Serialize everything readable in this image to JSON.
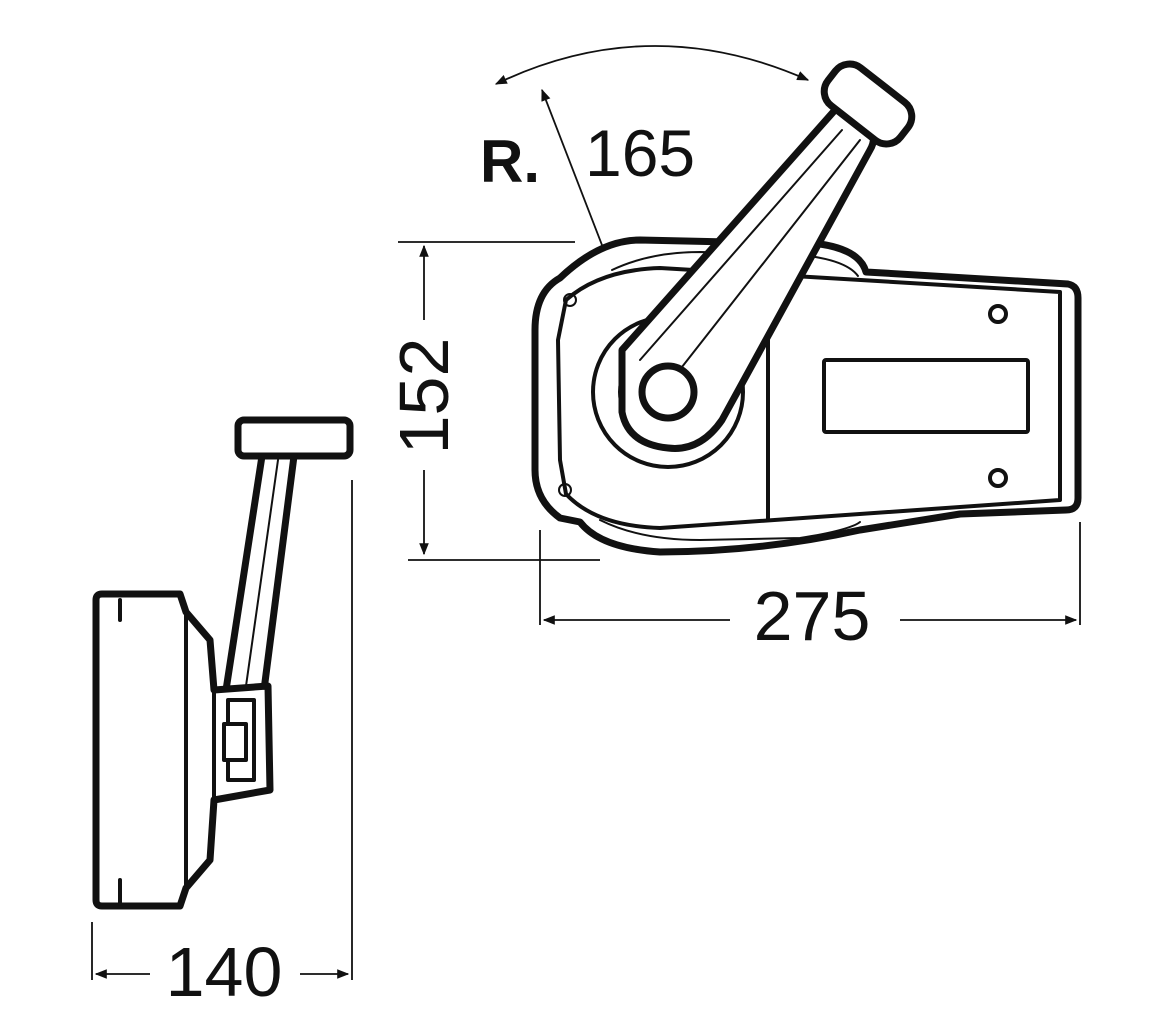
{
  "dimensions": {
    "radius_prefix": "R.",
    "radius_value": "165",
    "height": "152",
    "length": "275",
    "width": "140"
  },
  "colors": {
    "ink": "#111111",
    "background": "#ffffff"
  }
}
